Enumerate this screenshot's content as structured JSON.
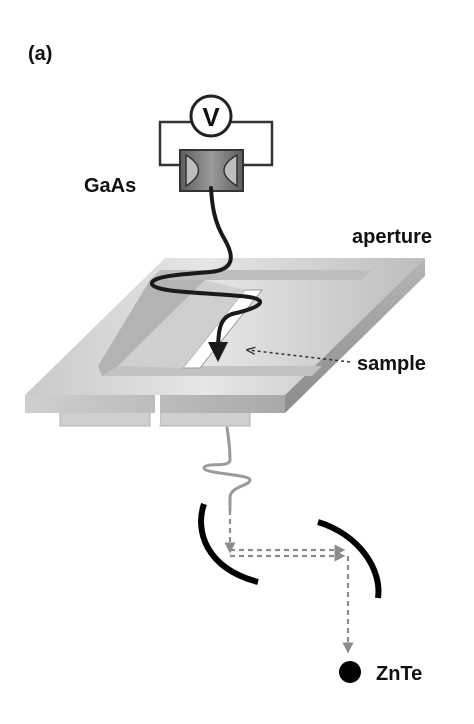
{
  "labels": {
    "panel": "(a)",
    "voltmeter": "V",
    "emitter": "GaAs",
    "aperture": "aperture",
    "sample": "sample",
    "detector": "ZnTe"
  },
  "colors": {
    "beam": "#1a1a1a",
    "transmitted_beam": "#9a9a9a",
    "probe_path": "#8c8c8c",
    "mirror": "#000000",
    "emitter_body": "#7a7a7a",
    "plate_light": "#e4e4e4",
    "plate_dark": "#9e9e9e"
  },
  "icons": [
    "voltmeter-icon",
    "gaas-emitter-icon",
    "parabolic-mirror-icon",
    "znte-crystal-icon"
  ]
}
